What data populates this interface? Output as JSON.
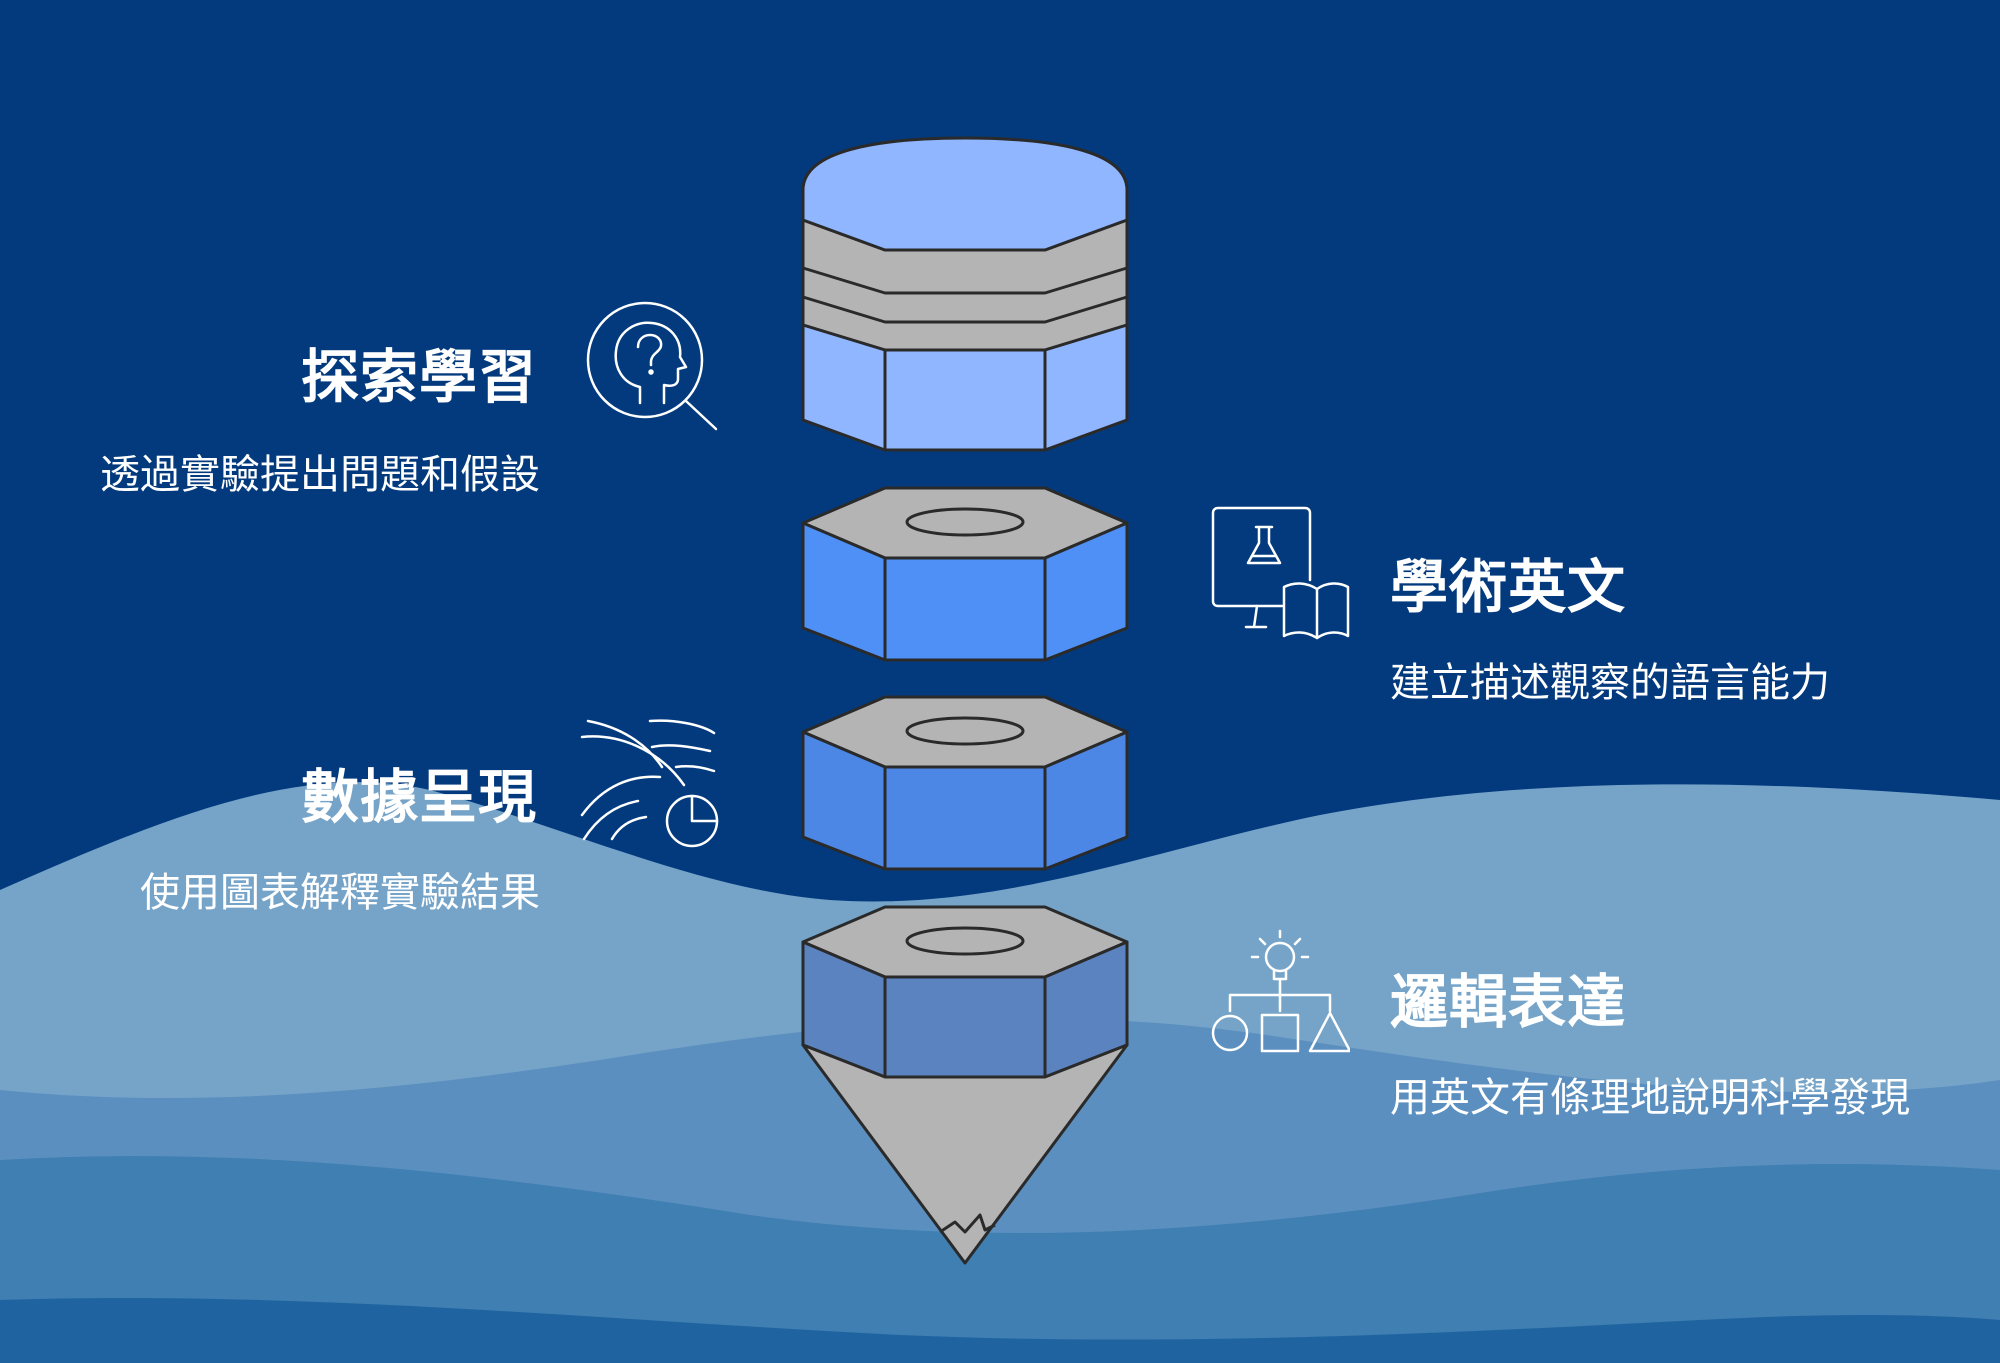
{
  "colors": {
    "background": "#033a7e",
    "wave_light": "#76a4c9",
    "wave_mid": "#5b8fbf",
    "wave_deep": "#3f7fb1",
    "wave_bottom": "#1f63a0",
    "cap_face": "#8fb6ff",
    "gray": "#b4b4b4",
    "outline": "#2a2a2a",
    "segment_1_face": "#4f90f6",
    "segment_2_face": "#4d87e6",
    "segment_3_face": "#5b83c0"
  },
  "items": [
    {
      "title": "探索學習",
      "description": "透過實驗提出問題和假設",
      "icon": "head-question-magnifier-icon"
    },
    {
      "title": "學術英文",
      "description": "建立描述觀察的語言能力",
      "icon": "monitor-flask-book-icon"
    },
    {
      "title": "數據呈現",
      "description": "使用圖表解釋實驗結果",
      "icon": "wind-pie-chart-icon"
    },
    {
      "title": "邏輯表達",
      "description": "用英文有條理地說明科學發現",
      "icon": "lightbulb-shapes-hierarchy-icon"
    }
  ]
}
